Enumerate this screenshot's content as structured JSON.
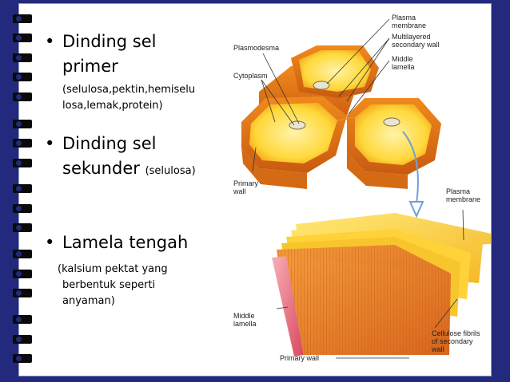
{
  "bullets": [
    {
      "head1": "Dinding sel",
      "head2": "primer",
      "sub": [
        "(selulosa,pektin,hemiselu",
        "losa,lemak,protein)"
      ]
    },
    {
      "head1": "Dinding sel",
      "head2": "sekunder",
      "inline_sub": "(selulosa)"
    },
    {
      "head1": "Lamela tengah",
      "sub": [
        "(kalsium pektat yang",
        "berbentuk seperti",
        "anyaman)"
      ]
    }
  ],
  "bullet_symbol": "•",
  "figure_labels": {
    "plasma_membrane_top": [
      "Plasma",
      "membrane"
    ],
    "multilayered": [
      "Multilayered",
      "secondary wall"
    ],
    "middle_lamella_top": [
      "Middle",
      "lamella"
    ],
    "plasmodesma": "Plasmodesma",
    "cytoplasm": "Cytoplasm",
    "primary_wall_left": [
      "Primary",
      "wall"
    ],
    "plasma_membrane_right": [
      "Plasma",
      "membrane"
    ],
    "middle_lamella_bottom": [
      "Middle",
      "lamella"
    ],
    "cellulose_fibrils": [
      "Cellulose fibrils",
      "of secondary",
      "wall"
    ],
    "primary_wall_bottom": "Primary wall"
  },
  "colors": {
    "background": "#23297d",
    "slide": "#ffffff",
    "rings": "#0a0a0a"
  }
}
